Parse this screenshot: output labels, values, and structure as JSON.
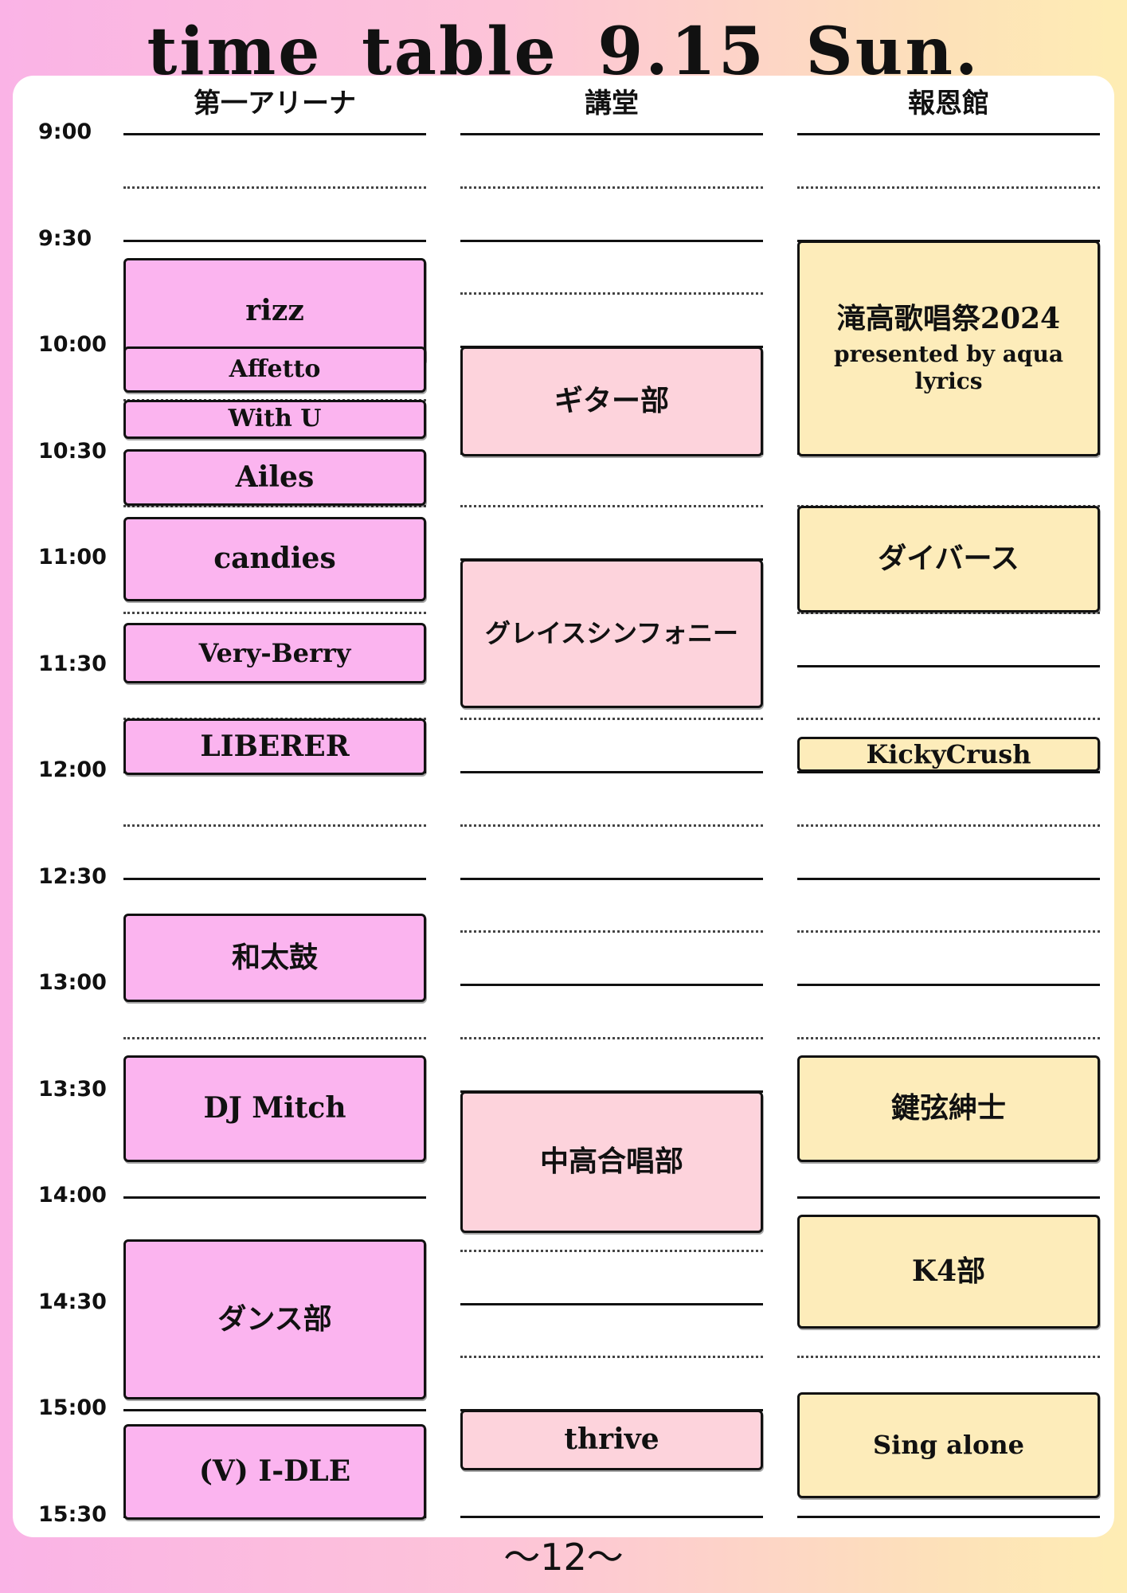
{
  "header": {
    "title": "time table 9.15 Sun."
  },
  "footer": {
    "page_number": "〜12〜"
  },
  "venues": [
    {
      "name": "第一アリーナ"
    },
    {
      "name": "講堂"
    },
    {
      "name": "報恩館"
    }
  ],
  "time_labels": [
    "9:00",
    "9:30",
    "10:00",
    "10:30",
    "11:00",
    "11:30",
    "12:00",
    "12:30",
    "13:00",
    "13:30",
    "14:00",
    "14:30",
    "15:00",
    "15:30"
  ],
  "events": {
    "arena": [
      {
        "title": "rizz",
        "start": "9:35",
        "end": "10:05"
      },
      {
        "title": "Affetto",
        "start": "10:00",
        "end": "10:13"
      },
      {
        "title": "With U",
        "start": "10:15",
        "end": "10:26"
      },
      {
        "title": "Ailes",
        "start": "10:29",
        "end": "10:45"
      },
      {
        "title": "candies",
        "start": "10:48",
        "end": "11:12"
      },
      {
        "title": "Very-Berry",
        "start": "11:18",
        "end": "11:35"
      },
      {
        "title": "LIBERER",
        "start": "11:45",
        "end": "12:01"
      },
      {
        "title": "和太鼓",
        "start": "12:40",
        "end": "13:05"
      },
      {
        "title": "DJ Mitch",
        "start": "13:20",
        "end": "13:50"
      },
      {
        "title": "ダンス部",
        "start": "14:12",
        "end": "14:57"
      },
      {
        "title": "(V) I-DLE",
        "start": "15:04",
        "end": "15:31"
      }
    ],
    "auditorium": [
      {
        "title": "ギター部",
        "start": "10:00",
        "end": "10:31"
      },
      {
        "title": "グレイスシンフォニー",
        "start": "11:00",
        "end": "11:42"
      },
      {
        "title": "中高合唱部",
        "start": "13:30",
        "end": "14:10"
      },
      {
        "title": "thrive",
        "start": "15:00",
        "end": "15:17"
      }
    ],
    "hoonkan": [
      {
        "title": "滝高歌唱祭2024",
        "subtitle": "presented by aqua lyrics",
        "start": "9:30",
        "end": "10:31"
      },
      {
        "title": "ダイバース",
        "start": "10:45",
        "end": "11:15"
      },
      {
        "title": "KickyCrush",
        "start": "11:50",
        "end": "12:00"
      },
      {
        "title": "鍵弦紳士",
        "start": "13:20",
        "end": "13:50"
      },
      {
        "title": "K4部",
        "start": "14:05",
        "end": "14:37"
      },
      {
        "title": "Sing alone",
        "start": "14:55",
        "end": "15:25"
      }
    ]
  },
  "colors": {
    "arena": "#fbb4ef",
    "auditorium": "#fdd3dc",
    "hoonkan": "#fdecba",
    "background_left": "#fab3e6",
    "background_right": "#feedb4"
  }
}
